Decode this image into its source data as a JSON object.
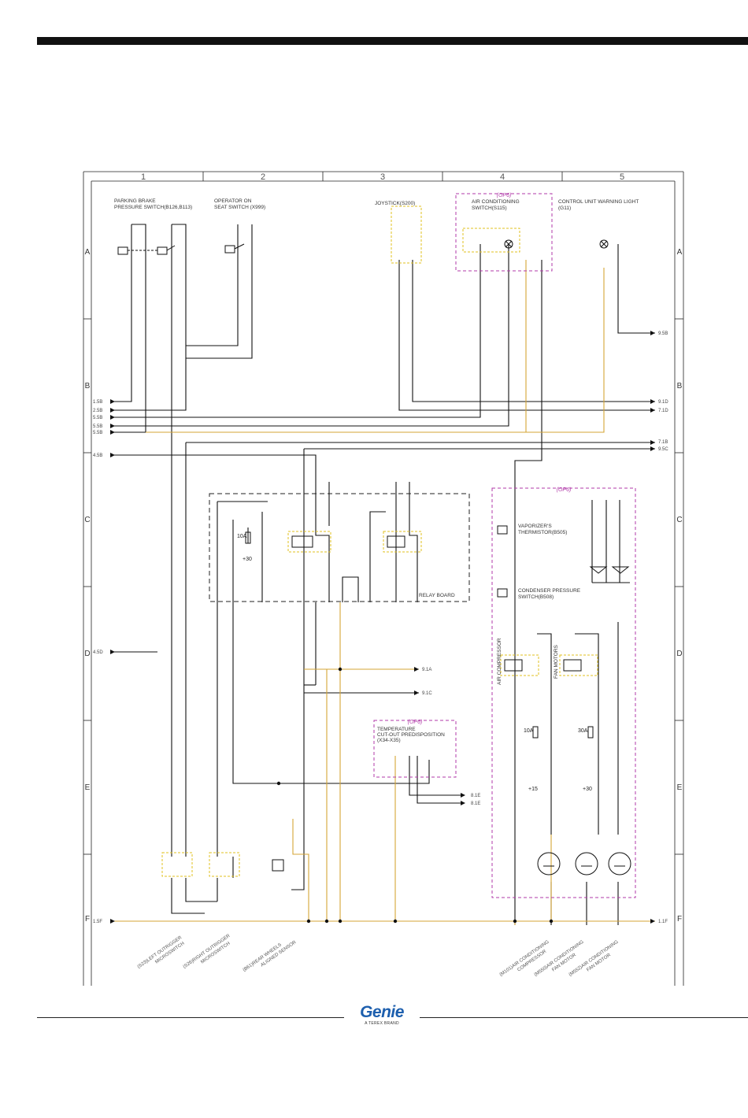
{
  "colors": {
    "wire": "#111111",
    "yellow_wire": "#d4a536",
    "green_label": "#5fb04a",
    "cyan_label": "#2aa3c9",
    "option_box": "#b03aa8",
    "component_box": "#e0c21f"
  },
  "grid": {
    "columns": [
      "1",
      "2",
      "3",
      "4",
      "5"
    ],
    "rows": [
      "A",
      "B",
      "C",
      "D",
      "E",
      "F"
    ]
  },
  "components": {
    "parking_brake": "PARKING BRAKE\nPRESSURE SWITCH(B126,B113)",
    "operator_seat": "OPERATOR ON\nSEAT SWITCH (X999)",
    "joystick": "JOYSTICK(S200)",
    "ac_switch": "AIR CONDITIONING\nSWITCH(S115)",
    "warning_light": "CONTROL UNIT WARNING LIGHT\n(G11)",
    "relay_board": "RELAY BOARD",
    "vaporizer": "VAPORIZER'S\nTHERMISTOR(B505)",
    "condenser": "CONDENSER PRESSURE\nSWITCH(B508)",
    "air_compressor": "AIR COMPRESSOR",
    "fan_motors": "FAN MOTORS",
    "temp_cutout": "TEMPERATURE\nCUT-OUT PREDISPOSITION\n(X34-X35)"
  },
  "option_tags": [
    "(OP6)",
    "(OP6)",
    "(OP6)"
  ],
  "left_refs": [
    "1.5B",
    "2.5B",
    "5.5B",
    "5.5B",
    "5.5B",
    "4.5B",
    "4.5D",
    "1.5F"
  ],
  "right_refs": [
    "9.5B",
    "9.1D",
    "7.1D",
    "7.1B",
    "9.5C",
    "9.1A",
    "9.1C",
    "8.1E",
    "8.1E",
    "1.1F"
  ],
  "supplies": [
    "+30",
    "+15",
    "+30"
  ],
  "fuses": [
    "10A",
    "10A",
    "30A"
  ],
  "bottom_labels": [
    "(S23)LEFT OUTRIGGER\nMICROSWITCH",
    "(S26)RIGHT OUTRIGGER\nMICROSWITCH",
    "(B61)REAR WHEELS\nALIGNED SENSOR",
    "(M101)AIR CONDITIONING\nCOMPRESSOR",
    "(M550)AIR CONDITIONING\nFAN MOTOR",
    "(M552)AIR CONDITIONING\nFAN MOTOR"
  ],
  "brand": {
    "name": "Genie",
    "tagline": "A TEREX BRAND"
  }
}
